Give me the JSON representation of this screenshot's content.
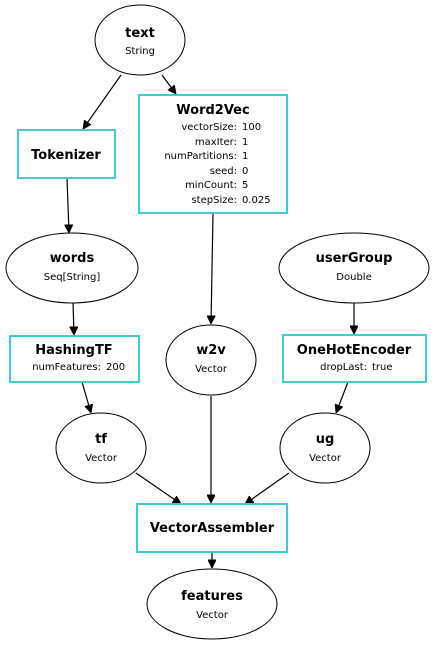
{
  "colors": {
    "stage_border": "#40cccc",
    "edge": "#000000",
    "column_border": "#000000"
  },
  "columns": {
    "text": {
      "name": "text",
      "type": "String"
    },
    "words": {
      "name": "words",
      "type": "Seq[String]"
    },
    "userGroup": {
      "name": "userGroup",
      "type": "Double"
    },
    "w2v": {
      "name": "w2v",
      "type": "Vector"
    },
    "tf": {
      "name": "tf",
      "type": "Vector"
    },
    "ug": {
      "name": "ug",
      "type": "Vector"
    },
    "features": {
      "name": "features",
      "type": "Vector"
    }
  },
  "stages": {
    "tokenizer": {
      "name": "Tokenizer"
    },
    "word2vec": {
      "name": "Word2Vec",
      "params": [
        {
          "key": "vectorSize:",
          "value": "100"
        },
        {
          "key": "maxIter:",
          "value": "1"
        },
        {
          "key": "numPartitions:",
          "value": "1"
        },
        {
          "key": "seed:",
          "value": "0"
        },
        {
          "key": "minCount:",
          "value": "5"
        },
        {
          "key": "stepSize:",
          "value": "0.025"
        }
      ]
    },
    "hashingtf": {
      "name": "HashingTF",
      "params": [
        {
          "key": "numFeatures:",
          "value": "200"
        }
      ]
    },
    "onehot": {
      "name": "OneHotEncoder",
      "params": [
        {
          "key": "dropLast:",
          "value": "true"
        }
      ]
    },
    "assembler": {
      "name": "VectorAssembler"
    }
  }
}
